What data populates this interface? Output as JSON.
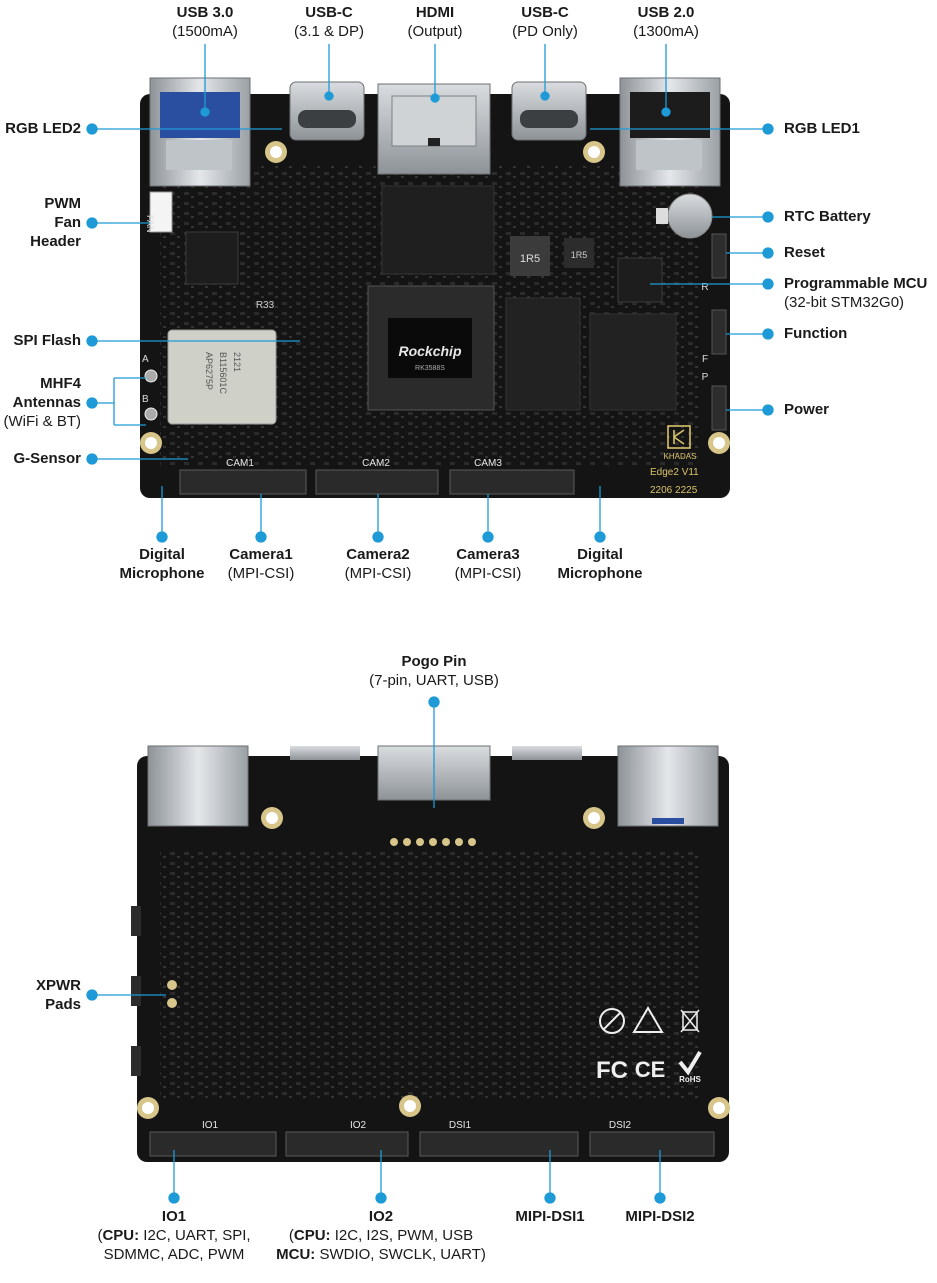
{
  "colors": {
    "accent": "#1e9ad6",
    "pcb": "#141414",
    "text": "#1a1a1a"
  },
  "top_labels": [
    {
      "title": "USB 3.0",
      "sub": "(1500mA)"
    },
    {
      "title": "USB-C",
      "sub": "(3.1 & DP)"
    },
    {
      "title": "HDMI",
      "sub": "(Output)"
    },
    {
      "title": "USB-C",
      "sub": "(PD Only)"
    },
    {
      "title": "USB 2.0",
      "sub": "(1300mA)"
    }
  ],
  "left_labels": [
    "RGB LED2",
    "PWM",
    "Fan",
    "Header",
    "SPI Flash",
    "MHF4",
    "Antennas",
    "(WiFi & BT)",
    "G-Sensor"
  ],
  "right_labels": {
    "rgb_led1": "RGB LED1",
    "rtc": "RTC Battery",
    "reset": "Reset",
    "mcu": "Programmable MCU",
    "mcu_sub": "(32-bit STM32G0)",
    "function": "Function",
    "power": "Power"
  },
  "bottom_labels": [
    {
      "title": "Digital",
      "sub": "Microphone"
    },
    {
      "title": "Camera1",
      "sub": "(MPI-CSI)"
    },
    {
      "title": "Camera2",
      "sub": "(MPI-CSI)"
    },
    {
      "title": "Camera3",
      "sub": "(MPI-CSI)"
    },
    {
      "title": "Digital",
      "sub": "Microphone"
    }
  ],
  "board_text": {
    "fan": "FAN",
    "cam1": "CAM1",
    "cam2": "CAM2",
    "cam3": "CAM3",
    "brand": "KHADAS",
    "model": "Edge2 V11",
    "date": "2206 2225",
    "wifi_chip": [
      "AP6275P",
      "B115601C",
      "2121"
    ],
    "soc": "Rockchip",
    "soc_code": "RK3588S",
    "ant_a": "A",
    "ant_b": "B",
    "btn_r": "R",
    "btn_f": "F",
    "btn_p": "P",
    "r33": "R33",
    "ind1": "1R5",
    "ind2": "1R5"
  },
  "pogo": {
    "title": "Pogo Pin",
    "sub": "(7-pin, UART, USB)"
  },
  "xpwr": [
    "XPWR",
    "Pads"
  ],
  "back_board_text": {
    "io1": "IO1",
    "io2": "IO2",
    "dsi1": "DSI1",
    "dsi2": "DSI2",
    "fc": "FC",
    "ce": "CE",
    "rohs": "RoHS"
  },
  "io_labels": {
    "io1_title": "IO1",
    "io1_l1_b": "CPU:",
    "io1_l1": " I2C, UART, SPI,",
    "io1_l2": "SDMMC, ADC, PWM",
    "io2_title": "IO2",
    "io2_l1_b": "CPU:",
    "io2_l1": " I2C, I2S, PWM, USB",
    "io2_l2_b": "MCU:",
    "io2_l2": " SWDIO, SWCLK, UART",
    "dsi1": "MIPI-DSI1",
    "dsi2": "MIPI-DSI2"
  }
}
